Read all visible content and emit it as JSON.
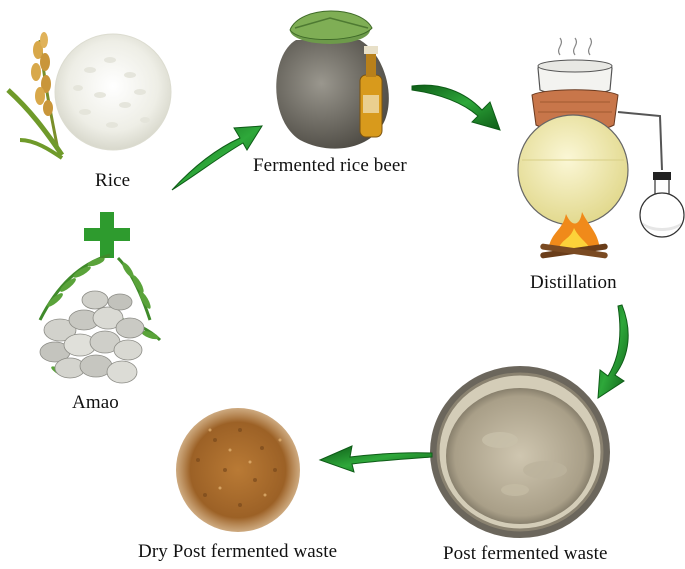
{
  "labels": {
    "rice": "Rice",
    "amao": "Amao",
    "beer": "Fermented rice beer",
    "distillation": "Distillation",
    "post_waste": "Post fermented waste",
    "dry_post_waste": "Dry Post fermented waste"
  },
  "colors": {
    "arrow_green": "#1f8f2a",
    "arrow_dark": "#0e5c17",
    "plus_green": "#2e9b2e",
    "rice_white": "#f3f3ee",
    "pot_grey": "#7d7a72",
    "leaf_green": "#5a8a3a",
    "bottle_amber": "#d89a1c",
    "flask_liquid": "#efe8b0",
    "copper": "#c8764a",
    "flame_orange": "#f08a1a",
    "waste_grey": "#b9b09a",
    "dry_waste_brown": "#a0682e"
  },
  "icons": [
    "rice-grain-icon",
    "plus-icon",
    "amao-stone-icon",
    "fern-icon",
    "clay-pot-icon",
    "bottle-icon",
    "distillation-apparatus-icon",
    "fire-icon",
    "flask-icon",
    "waste-bowl-icon",
    "dry-waste-pile-icon"
  ]
}
